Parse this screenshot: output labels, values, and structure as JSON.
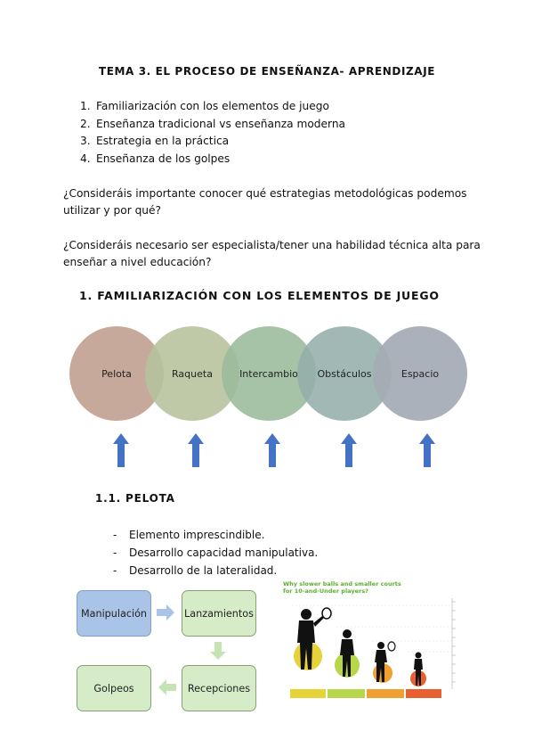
{
  "title": "TEMA 3. EL PROCESO DE ENSEÑANZA- APRENDIZAJE",
  "toc": [
    {
      "num": "1.",
      "text": "Familiarización con los elementos de juego"
    },
    {
      "num": "2.",
      "text": "Enseñanza tradicional vs enseñanza moderna"
    },
    {
      "num": "3.",
      "text": "Estrategia en la práctica"
    },
    {
      "num": "4.",
      "text": "Enseñanza de los golpes"
    }
  ],
  "question1": "¿Consideráis importante conocer qué estrategias metodológicas podemos utilizar y por qué?",
  "question2": "¿Consideráis necesario ser especialista/tener una habilidad técnica alta para enseñar a nivel educación?",
  "section1_heading": "1. FAMILIARIZACIÓN CON LOS ELEMENTOS DE JUEGO",
  "circles": [
    "Pelota",
    "Raqueta",
    "Intercambio",
    "Obstáculos",
    "Espacio"
  ],
  "colors": {
    "circle_pelota": "#c7a99b",
    "circle_raqueta": "#b6c29c",
    "circle_intercambio": "#9bbb9b",
    "circle_obstaculos": "#94aeaa",
    "circle_espacio": "#a4aab4",
    "arrow": "#4472c4",
    "box_blue": "#a9c4e6",
    "box_green": "#d6ecc8",
    "flow_arrow": "#a9c4e6",
    "figure_title": "#5cb030"
  },
  "subsection_heading": "1.1. PELOTA",
  "bullets": [
    "Elemento imprescindible.",
    "Desarrollo capacidad manipulativa.",
    "Desarrollo de la lateralidad."
  ],
  "flow": {
    "manipulacion": "Manipulación",
    "lanzamientos": "Lanzamientos",
    "recepciones": "Recepciones",
    "golpeos": "Golpeos"
  },
  "figure": {
    "title_line1": "Why slower balls and smaller courts",
    "title_line2": "for 10-and-Under players?"
  }
}
